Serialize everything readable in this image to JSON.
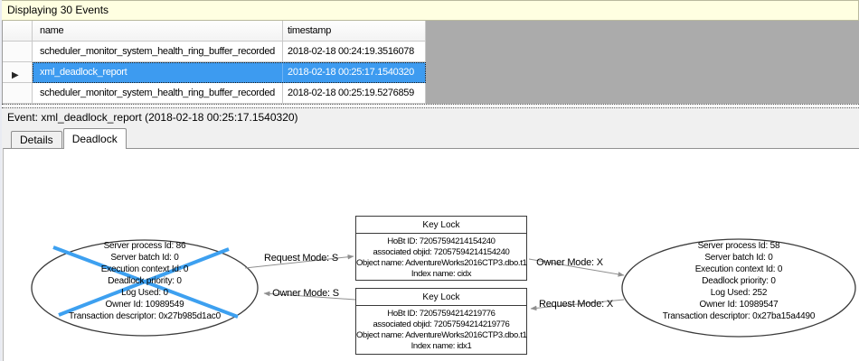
{
  "title_bar": {
    "label": "Displaying 30 Events"
  },
  "grid": {
    "headers": {
      "name": "name",
      "timestamp": "timestamp"
    },
    "rows": [
      {
        "name": "scheduler_monitor_system_health_ring_buffer_recorded",
        "timestamp": "2018-02-18 00:24:19.3516078"
      },
      {
        "name": "xml_deadlock_report",
        "timestamp": "2018-02-18 00:25:17.1540320"
      },
      {
        "name": "scheduler_monitor_system_health_ring_buffer_recorded",
        "timestamp": "2018-02-18 00:25:19.5276859"
      }
    ],
    "selected_row_index": 1
  },
  "event_summary": {
    "label": "Event: xml_deadlock_report (2018-02-18 00:25:17.1540320)"
  },
  "tabs": {
    "details": "Details",
    "deadlock": "Deadlock",
    "active_tab": "Deadlock"
  },
  "icons": {
    "row_indicator": "▶"
  },
  "graph": {
    "victim_process": {
      "lines": [
        "Server process Id: 86",
        "Server batch Id: 0",
        "Execution context Id: 0",
        "Deadlock priority: 0",
        "Log Used: 0",
        "Owner Id: 10989549",
        "Transaction descriptor: 0x27b985d1ac0"
      ]
    },
    "survivor_process": {
      "lines": [
        "Server process Id: 58",
        "Server batch Id: 0",
        "Execution context Id: 0",
        "Deadlock priority: 0",
        "Log Used: 252",
        "Owner Id: 10989547",
        "Transaction descriptor: 0x27ba15a4490"
      ]
    },
    "lock_top": {
      "title": "Key Lock",
      "lines": [
        "HoBt ID: 72057594214154240",
        "associated objid: 72057594214154240",
        "Object name: AdventureWorks2016CTP3.dbo.t1",
        "Index name: cidx"
      ]
    },
    "lock_bottom": {
      "title": "Key Lock",
      "lines": [
        "HoBt ID: 72057594214219776",
        "associated objid: 72057594214219776",
        "Object name: AdventureWorks2016CTP3.dbo.t1",
        "Index name: idx1"
      ]
    },
    "edges": [
      {
        "label": "Request Mode: S"
      },
      {
        "label": "Owner Mode: S"
      },
      {
        "label": "Owner Mode: X"
      },
      {
        "label": "Request Mode: X"
      }
    ]
  },
  "colors": {
    "selection_blue": "#3d9bf0",
    "victim_cross_blue": "#3da0f0",
    "info_bar_bg": "#ffffe1",
    "grid_empty_bg": "#ababab",
    "edge_gray": "#8f8f8f"
  }
}
